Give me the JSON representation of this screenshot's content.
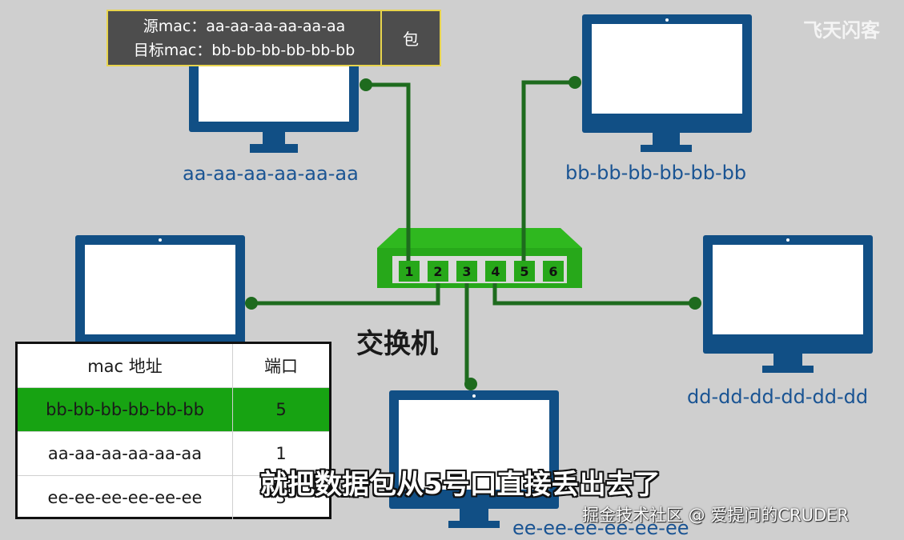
{
  "packet": {
    "src_mac": "源mac：aa-aa-aa-aa-aa-aa",
    "dst_mac": "目标mac：bb-bb-bb-bb-bb-bb",
    "label": "包"
  },
  "computers": {
    "aa": "aa-aa-aa-aa-aa-aa",
    "bb": "bb-bb-bb-bb-bb-bb",
    "dd": "dd-dd-dd-dd-dd-dd",
    "ee": "ee-ee-ee-ee-ee-ee"
  },
  "switch": {
    "label": "交换机",
    "ports": [
      "1",
      "2",
      "3",
      "4",
      "5",
      "6"
    ]
  },
  "mac_table": {
    "headers": [
      "mac 地址",
      "端口"
    ],
    "rows": [
      {
        "mac": "bb-bb-bb-bb-bb-bb",
        "port": "5",
        "highlight": true
      },
      {
        "mac": "aa-aa-aa-aa-aa-aa",
        "port": "1",
        "highlight": false
      },
      {
        "mac": "ee-ee-ee-ee-ee-ee",
        "port": "3",
        "highlight": false
      }
    ]
  },
  "subtitle": "就把数据包从5号口直接丢出去了",
  "watermark": "飞天闪客",
  "credit": "掘金技术社区 @ 爱提问的CRUDER",
  "colors": {
    "monitor": "#114f85",
    "switch": "#27a81a",
    "cable": "#1e6b1e",
    "highlight": "#17a312",
    "background": "#cfcfcf"
  }
}
